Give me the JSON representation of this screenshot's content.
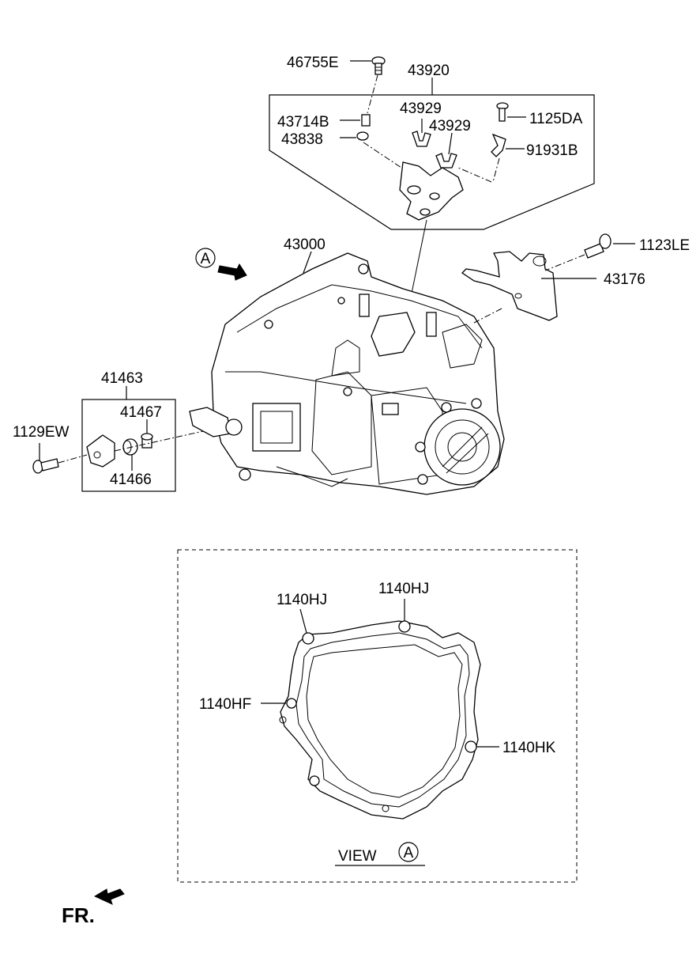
{
  "labels": {
    "p46755E": "46755E",
    "p43920": "43920",
    "p43714B": "43714B",
    "p43838": "43838",
    "p43929a": "43929",
    "p43929b": "43929",
    "p1125DA": "1125DA",
    "p91931B": "91931B",
    "p1123LE": "1123LE",
    "p43176": "43176",
    "p43000": "43000",
    "p41463": "41463",
    "p41467": "41467",
    "p41466": "41466",
    "p1129EW": "1129EW",
    "p1140HJa": "1140HJ",
    "p1140HJb": "1140HJ",
    "p1140HF": "1140HF",
    "p1140HK": "1140HK"
  },
  "view": {
    "word": "VIEW",
    "letter": "A"
  },
  "callout_letter": "A",
  "front": "FR."
}
